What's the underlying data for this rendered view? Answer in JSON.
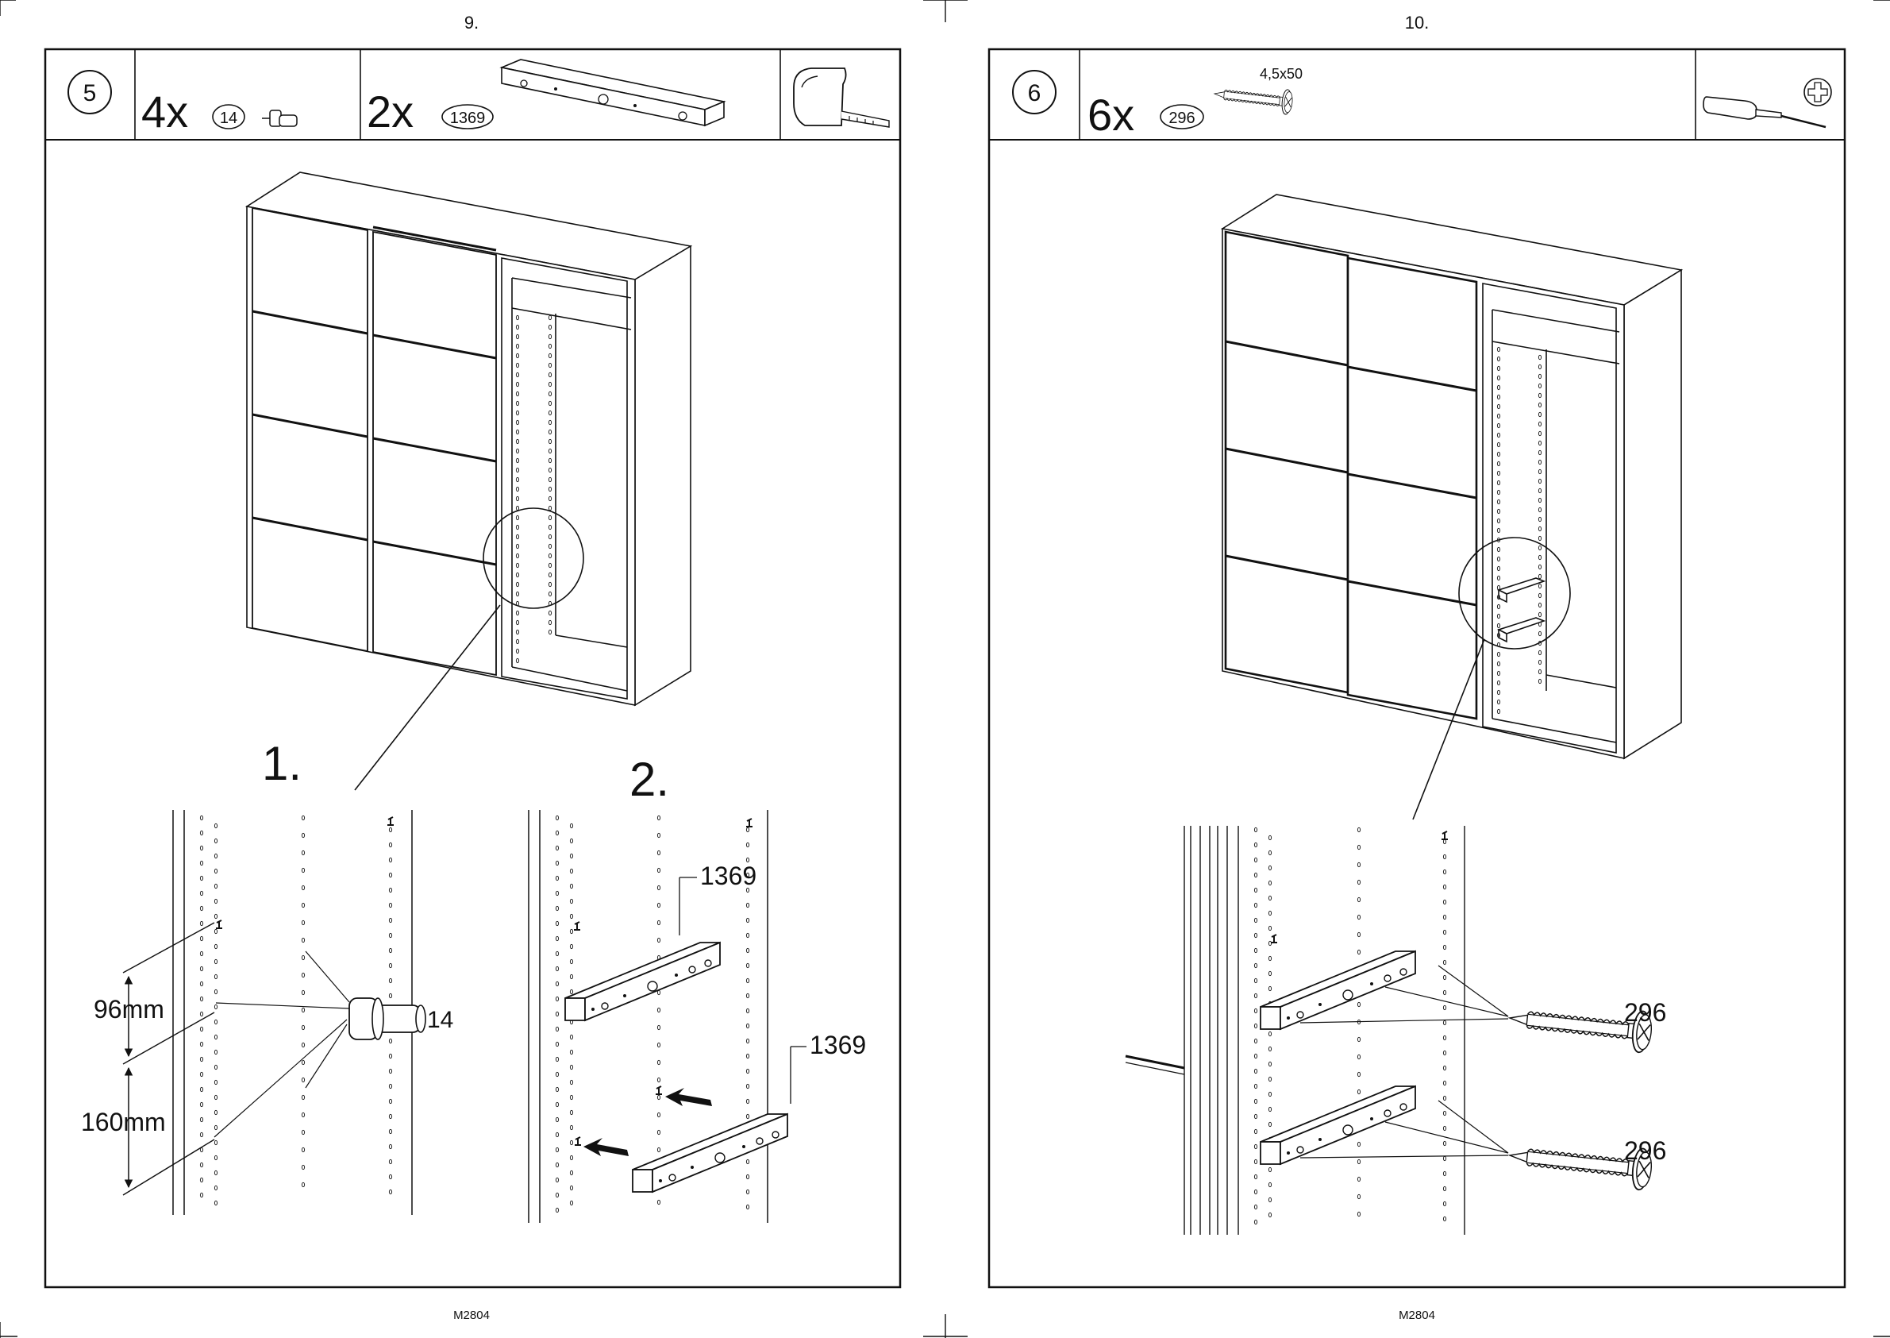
{
  "pages": [
    {
      "page_number": "9.",
      "footer_code": "M2804",
      "step": {
        "number": "5",
        "parts": [
          {
            "qty": "4x",
            "part_no": "14",
            "icon": "cam-dowel-icon"
          },
          {
            "qty": "2x",
            "part_no": "1369",
            "icon": "support-bar-icon"
          }
        ],
        "tool_icon": "tape-measure-icon"
      },
      "substeps": [
        "1.",
        "2."
      ],
      "callouts": {
        "dim_upper": "96mm",
        "dim_lower": "160mm",
        "dowel_label": "14",
        "bar_label_top": "1369",
        "bar_label_bottom": "1369"
      }
    },
    {
      "page_number": "10.",
      "footer_code": "M2804",
      "step": {
        "number": "6",
        "parts": [
          {
            "qty": "6x",
            "part_no": "296",
            "spec": "4,5x50",
            "icon": "screw-icon"
          }
        ],
        "tool_icon": "phillips-screwdriver-icon"
      },
      "callouts": {
        "screw_label_top": "296",
        "screw_label_bottom": "296"
      }
    }
  ]
}
